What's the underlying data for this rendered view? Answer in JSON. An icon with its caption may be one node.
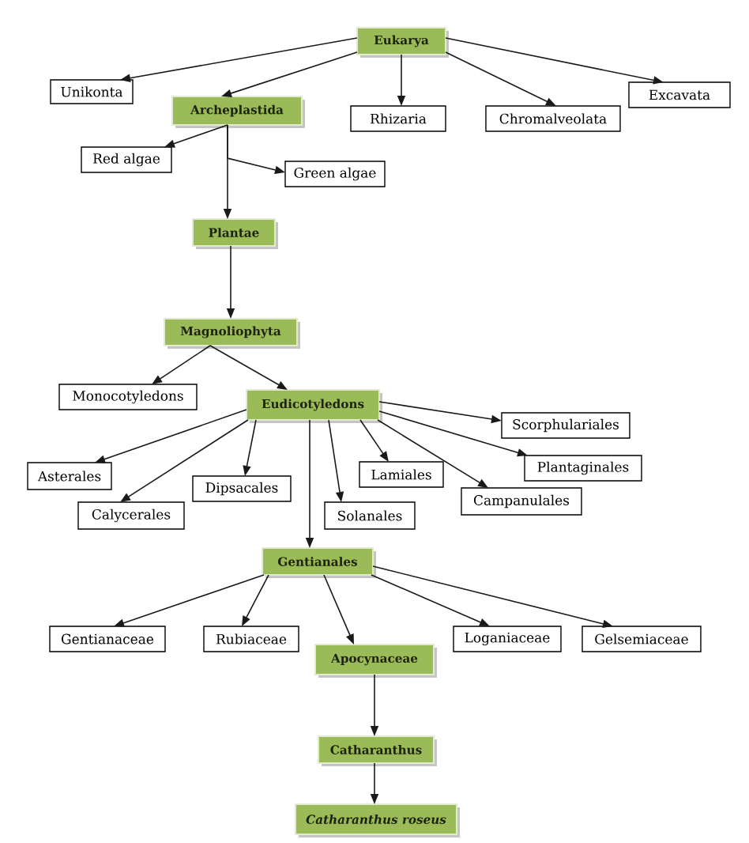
{
  "diagram": {
    "nodes": [
      {
        "text": [
          "Eukarya"
        ]
      },
      {
        "text": [
          "Unikonta"
        ]
      },
      {
        "text": [
          "Archeplastida"
        ]
      },
      {
        "text": [
          "Rhizaria"
        ]
      },
      {
        "text": [
          "Chromalveolata"
        ]
      },
      {
        "text": [
          "Excavata"
        ]
      },
      {
        "text": [
          "Red algae"
        ]
      },
      {
        "text": [
          "Green algae"
        ]
      },
      {
        "text": [
          "Plantae"
        ]
      },
      {
        "text": [
          "Magnoliophyta"
        ]
      },
      {
        "text": [
          "Monocotyledons"
        ]
      },
      {
        "text": [
          "Eudicotyledons"
        ]
      },
      {
        "text": [
          "Asterales"
        ]
      },
      {
        "text": [
          "Calycerales"
        ]
      },
      {
        "text": [
          "Dipsacales"
        ]
      },
      {
        "text": [
          "Solanales"
        ]
      },
      {
        "text": [
          "Lamiales"
        ]
      },
      {
        "text": [
          "Campanulales"
        ]
      },
      {
        "text": [
          "Scorphulariales"
        ]
      },
      {
        "text": [
          "Plantaginales"
        ]
      },
      {
        "text": [
          "Gentianales"
        ]
      },
      {
        "text": [
          "Gentianaceae"
        ]
      },
      {
        "text": [
          "Rubiaceae"
        ]
      },
      {
        "text": [
          "Apocynaceae"
        ]
      },
      {
        "text": [
          "Loganiaceae"
        ]
      },
      {
        "text": [
          "Gelsemiaceae"
        ]
      },
      {
        "text": [
          "Catharanthus"
        ]
      },
      {
        "text": [
          "Catharanthus roseus"
        ]
      }
    ],
    "edges": [
      {
        "from": 0,
        "to": 1,
        "arrow": "to"
      },
      {
        "from": 0,
        "to": 2,
        "arrow": "to"
      },
      {
        "from": 0,
        "to": 3,
        "arrow": "to"
      },
      {
        "from": 0,
        "to": 4,
        "arrow": "to"
      },
      {
        "from": 0,
        "to": 5,
        "arrow": "to"
      },
      {
        "from": 2,
        "to": 6,
        "arrow": "to"
      },
      {
        "from": 2,
        "to": 7,
        "arrow": "to"
      },
      {
        "from": 2,
        "to": 8,
        "arrow": "to"
      },
      {
        "from": 8,
        "to": 9,
        "arrow": "to"
      },
      {
        "from": 9,
        "to": 10,
        "arrow": "to"
      },
      {
        "from": 9,
        "to": 11,
        "arrow": "to"
      },
      {
        "from": 11,
        "to": 12,
        "arrow": "to"
      },
      {
        "from": 11,
        "to": 13,
        "arrow": "to"
      },
      {
        "from": 11,
        "to": 14,
        "arrow": "to"
      },
      {
        "from": 11,
        "to": 15,
        "arrow": "to"
      },
      {
        "from": 11,
        "to": 16,
        "arrow": "to"
      },
      {
        "from": 11,
        "to": 17,
        "arrow": "to"
      },
      {
        "from": 11,
        "to": 18,
        "arrow": "to"
      },
      {
        "from": 11,
        "to": 19,
        "arrow": "to"
      },
      {
        "from": 11,
        "to": 20,
        "arrow": "to"
      },
      {
        "from": 20,
        "to": 21,
        "arrow": "to"
      },
      {
        "from": 20,
        "to": 22,
        "arrow": "to"
      },
      {
        "from": 20,
        "to": 23,
        "arrow": "to"
      },
      {
        "from": 20,
        "to": 24,
        "arrow": "to"
      },
      {
        "from": 20,
        "to": 25,
        "arrow": "to"
      },
      {
        "from": 23,
        "to": 26,
        "arrow": "to"
      },
      {
        "from": 26,
        "to": 27,
        "arrow": "to"
      }
    ]
  }
}
